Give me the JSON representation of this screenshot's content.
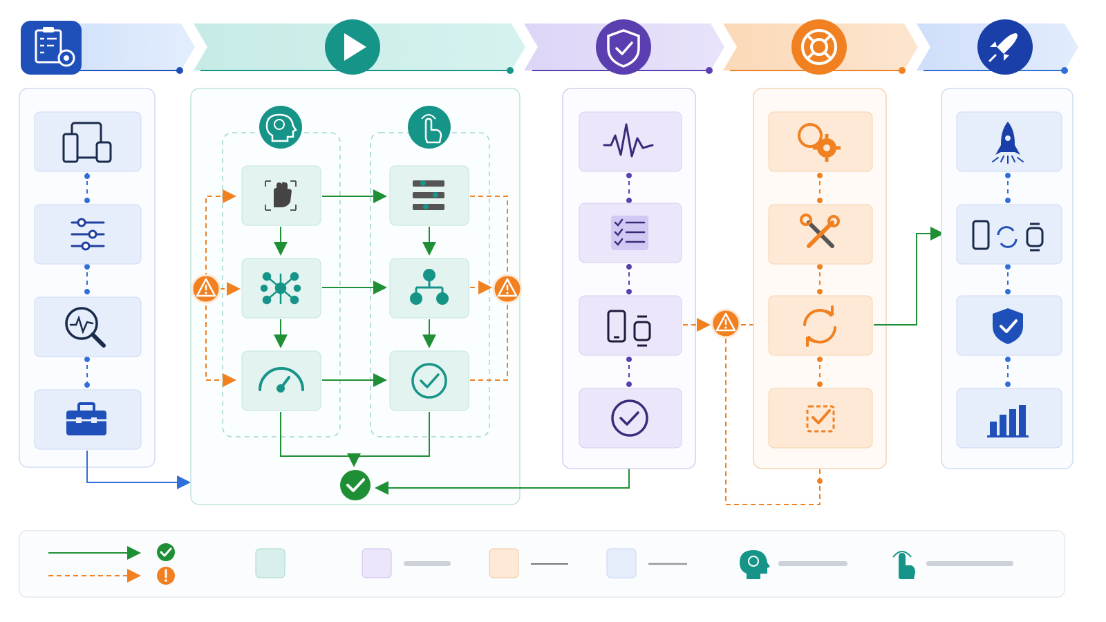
{
  "colors": {
    "blue": "#1f4fb8",
    "blue_light": "#dce8fb",
    "teal": "#179488",
    "teal_light": "#d8efec",
    "purple": "#5b3fb0",
    "purple_light": "#ebe6f9",
    "orange": "#f08020",
    "orange_light": "#fde9d6",
    "green": "#1e8f34",
    "rocket_blue": "#1a3fa8",
    "line_gray": "#a8b3c4"
  },
  "stages": [
    {
      "id": "plan",
      "icon": "clipboard-gear-icon",
      "color": "#1f4fb8"
    },
    {
      "id": "execute",
      "icon": "play-icon",
      "color": "#179488"
    },
    {
      "id": "verify",
      "icon": "shield-check-icon",
      "color": "#5b3fb0"
    },
    {
      "id": "support",
      "icon": "lifebuoy-icon",
      "color": "#f08020"
    },
    {
      "id": "launch",
      "icon": "rocket-icon",
      "color": "#1a3fa8"
    }
  ],
  "columns": {
    "plan": [
      "devices-icon",
      "sliders-icon",
      "search-pulse-icon",
      "toolbox-icon"
    ],
    "execute_left": [
      "gesture-hand-icon",
      "network-icon",
      "gauge-icon"
    ],
    "execute_right": [
      "settings-bars-icon",
      "hierarchy-icon",
      "check-circle-icon"
    ],
    "execute_heads": [
      "ai-brain-icon",
      "touch-icon"
    ],
    "verify": [
      "waveform-icon",
      "checklist-icon",
      "phone-watch-icon",
      "check-circle-icon"
    ],
    "support": [
      "gears-icon",
      "tools-icon",
      "refresh-icon",
      "dashed-check-icon"
    ],
    "launch": [
      "rocket-small-icon",
      "phone-sync-watch-icon",
      "shield-check-icon",
      "bar-chart-icon"
    ]
  },
  "legend": {
    "items": [
      {
        "name": "success-path",
        "icon": "green-check-icon"
      },
      {
        "name": "failure-path",
        "icon": "orange-alert-icon"
      },
      {
        "name": "teal-swatch"
      },
      {
        "name": "purple-swatch"
      },
      {
        "name": "orange-swatch"
      },
      {
        "name": "blue-swatch"
      },
      {
        "name": "ai-brain-legend",
        "icon": "ai-brain-icon"
      },
      {
        "name": "touch-legend",
        "icon": "touch-icon"
      }
    ]
  }
}
